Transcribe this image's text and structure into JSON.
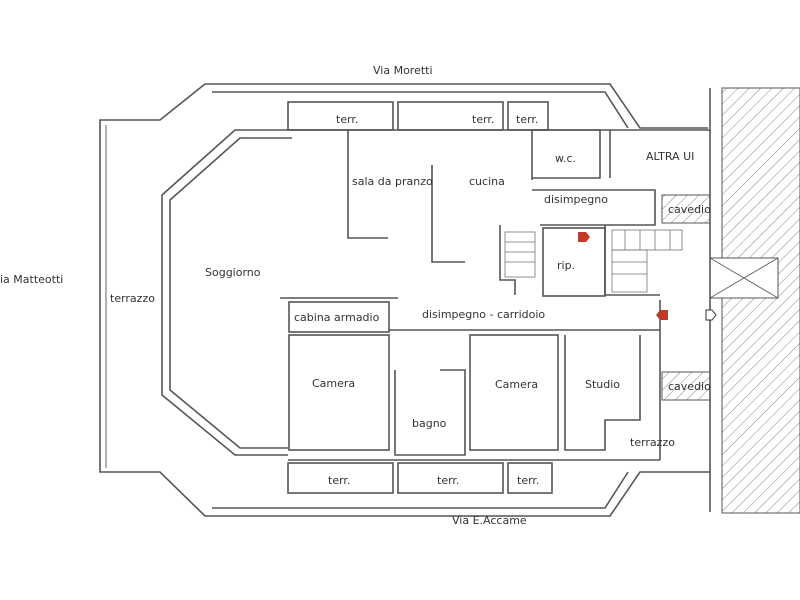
{
  "streets": {
    "top": "Via Moretti",
    "bottom": "Via E.Accame",
    "left": "ia Matteotti"
  },
  "rooms": {
    "terr_top_1": "terr.",
    "terr_top_2": "terr.",
    "terr_top_3": "terr.",
    "wc": "w.c.",
    "altra_ui": "ALTRA UI",
    "sala_da_pranzo": "sala da pranzo",
    "cucina": "cucina",
    "disimpegno": "disimpegno",
    "cavedio_top": "cavedio",
    "rip": "rip.",
    "soggiorno": "Soggiorno",
    "terrazzo_left": "terrazzo",
    "cabina_armadio": "cabina armadio",
    "disimpegno_corridoio": "disimpegno - carridoio",
    "camera_1": "Camera",
    "bagno": "bagno",
    "camera_2": "Camera",
    "studio": "Studio",
    "cavedio_bottom": "cavedio",
    "terrazzo_right": "terrazzo",
    "terr_bottom_1": "terr.",
    "terr_bottom_2": "terr.",
    "terr_bottom_3": "terr."
  },
  "colors": {
    "wall": "#555555",
    "arrow": "#c0392b",
    "hatch": "#888888"
  }
}
